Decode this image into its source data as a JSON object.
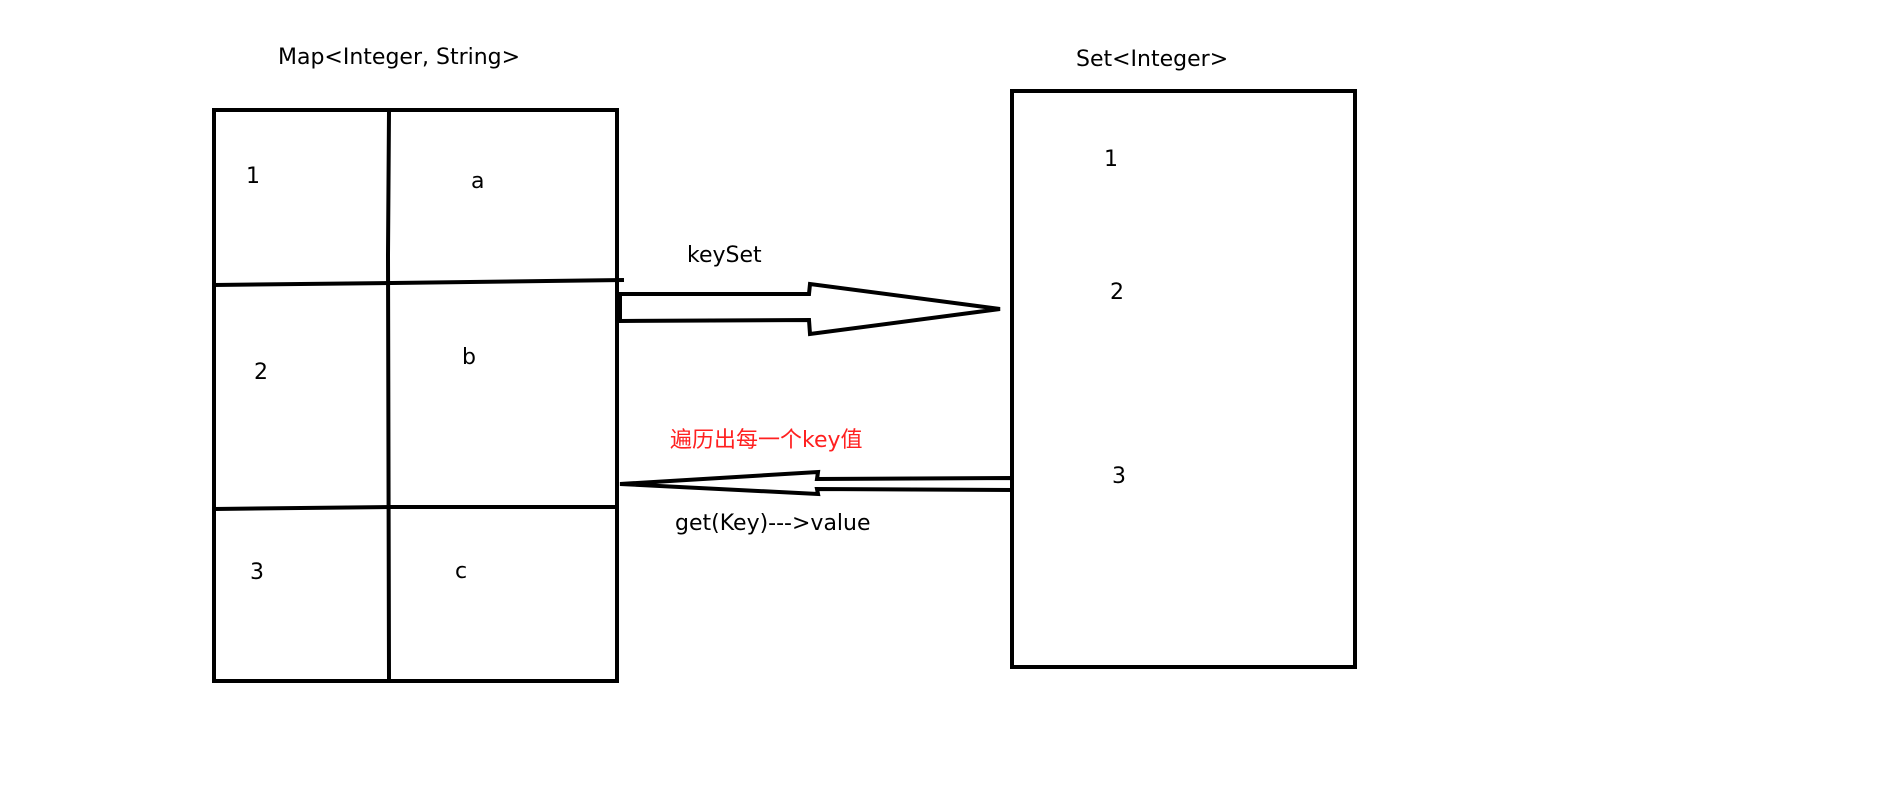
{
  "map": {
    "title": "Map<Integer, String>",
    "rows": [
      {
        "key": "1",
        "value": "a"
      },
      {
        "key": "2",
        "value": "b"
      },
      {
        "key": "3",
        "value": "c"
      }
    ]
  },
  "set": {
    "title": "Set<Integer>",
    "items": [
      "1",
      "2",
      "3"
    ]
  },
  "arrows": {
    "keyset_label": "keySet",
    "traverse_label": "遍历出每一个key值",
    "get_label": "get(Key)--->value"
  },
  "colors": {
    "stroke": "#000000",
    "annotation_red": "#ff2020",
    "background": "#ffffff"
  }
}
